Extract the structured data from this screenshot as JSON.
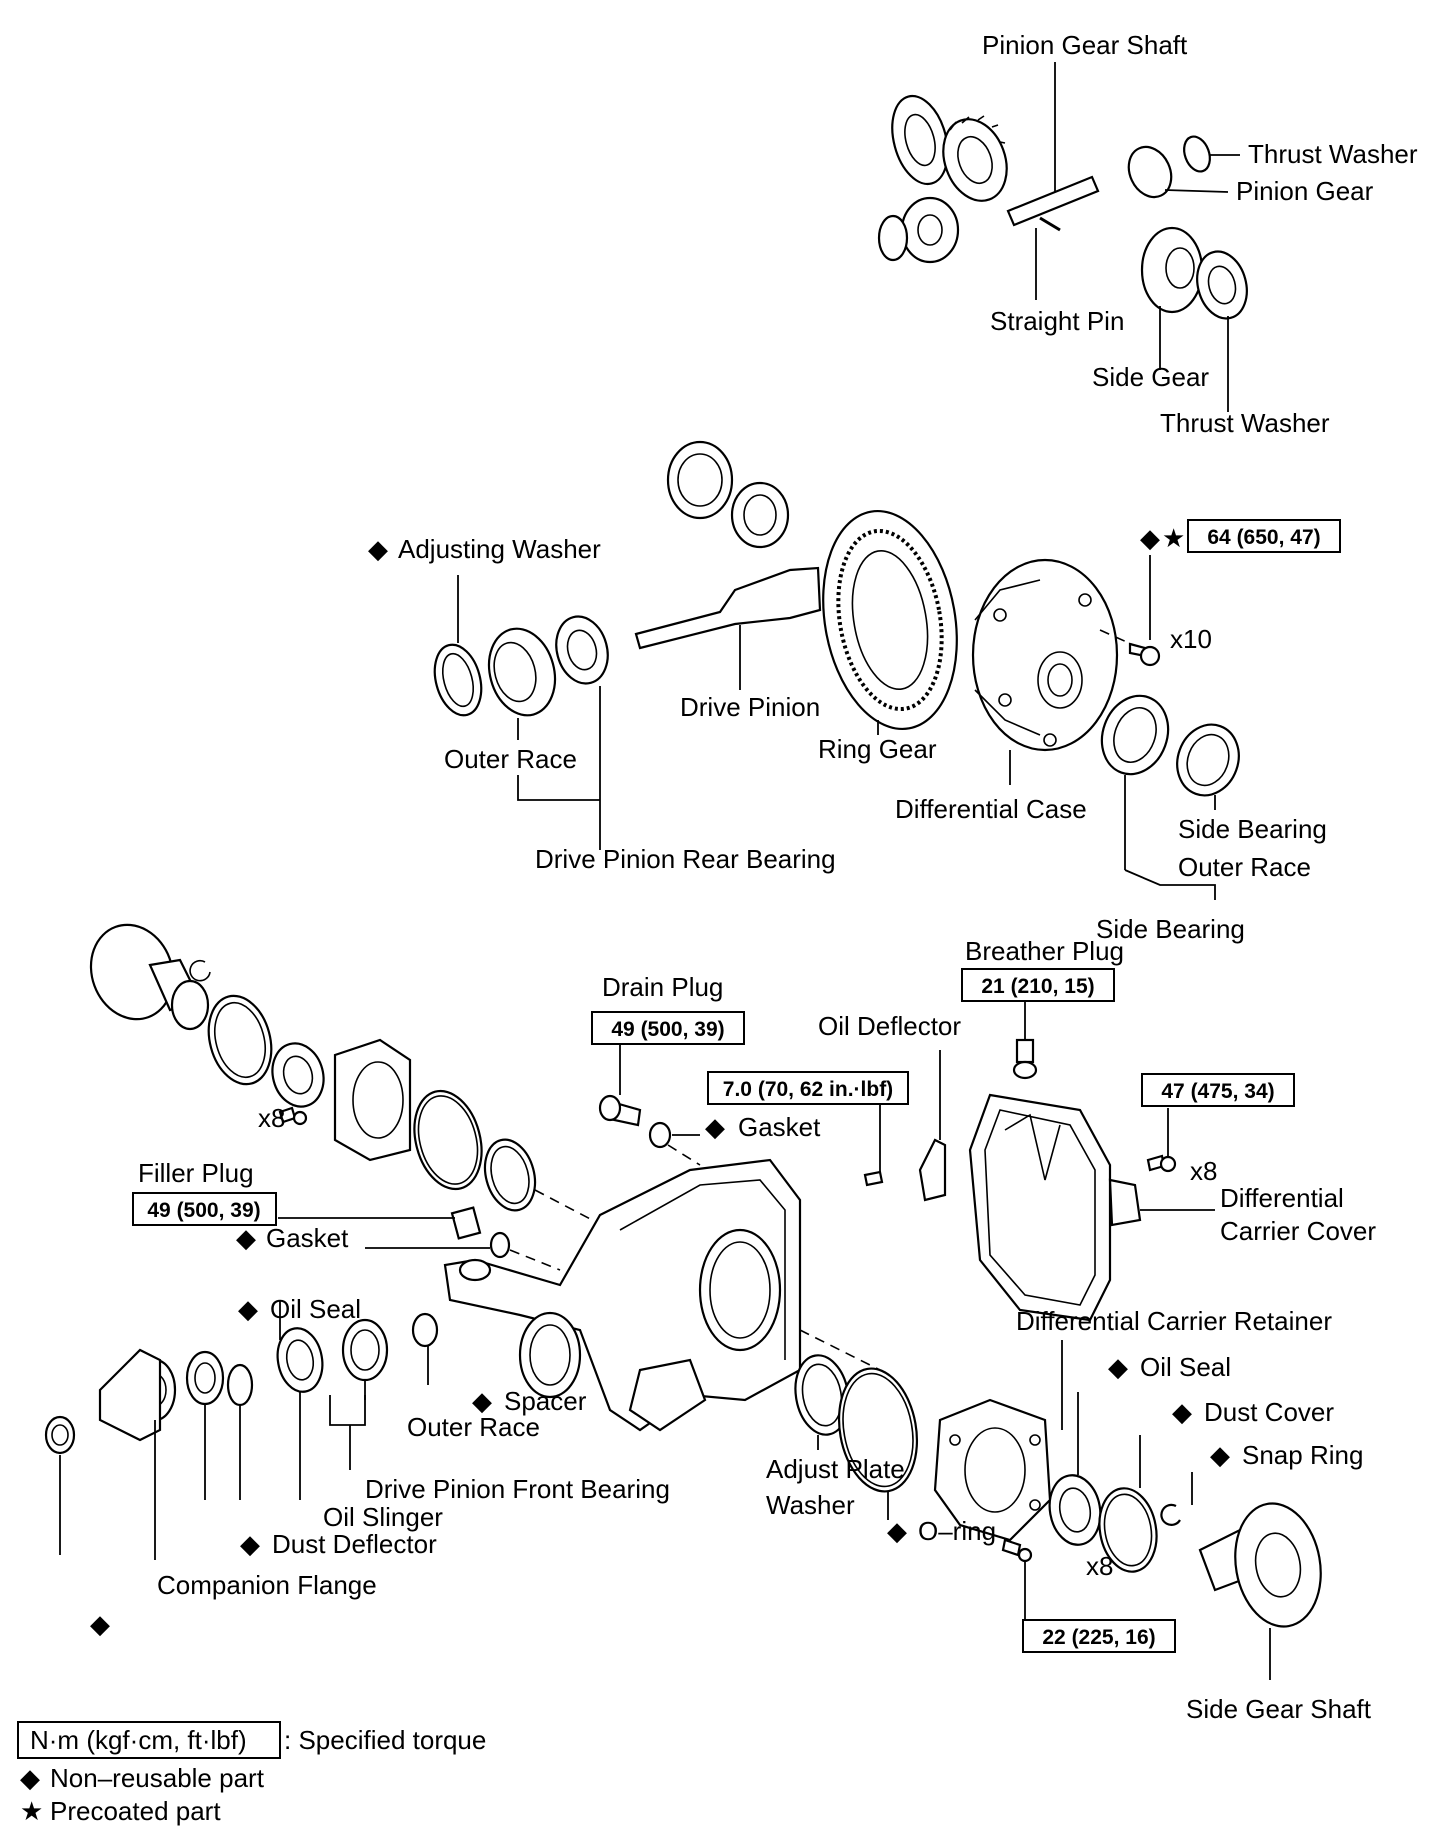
{
  "labels": {
    "pinion_gear_shaft": "Pinion Gear Shaft",
    "thrust_washer_top": "Thrust Washer",
    "pinion_gear": "Pinion Gear",
    "straight_pin": "Straight Pin",
    "side_gear": "Side Gear",
    "thrust_washer_bottom": "Thrust Washer",
    "adjusting_washer": "Adjusting Washer",
    "outer_race_top": "Outer Race",
    "drive_pinion": "Drive Pinion",
    "ring_gear": "Ring Gear",
    "differential_case": "Differential Case",
    "drive_pinion_rear_bearing": "Drive Pinion Rear Bearing",
    "side_bearing_outer_race_1": "Side Bearing",
    "side_bearing_outer_race_2": "Outer Race",
    "side_bearing": "Side Bearing",
    "x10": "x10",
    "breather_plug": "Breather Plug",
    "drain_plug": "Drain Plug",
    "oil_deflector": "Oil Deflector",
    "gasket_drain": "Gasket",
    "x8_flange": "x8",
    "x8_cover": "x8",
    "x8_retainer": "x8",
    "differential_carrier_cover_1": "Differential",
    "differential_carrier_cover_2": "Carrier Cover",
    "filler_plug": "Filler Plug",
    "gasket_filler": "Gasket",
    "oil_seal_left": "Oil Seal",
    "spacer": "Spacer",
    "outer_race_bottom": "Outer Race",
    "drive_pinion_front_bearing": "Drive Pinion Front Bearing",
    "oil_slinger": "Oil Slinger",
    "dust_deflector": "Dust Deflector",
    "companion_flange": "Companion Flange",
    "differential_carrier_retainer": "Differential Carrier Retainer",
    "oil_seal_right": "Oil Seal",
    "dust_cover": "Dust Cover",
    "snap_ring": "Snap Ring",
    "adjust_plate_washer_1": "Adjust Plate",
    "adjust_plate_washer_2": "Washer",
    "o_ring": "O–ring",
    "side_gear_shaft": "Side Gear Shaft"
  },
  "torques": {
    "ring_gear_bolt": "64 (650, 47)",
    "breather_plug": "21 (210, 15)",
    "drain_plug": "49 (500, 39)",
    "oil_deflector_bolt": "7.0 (70, 62 in.·lbf)",
    "carrier_cover_bolt": "47 (475, 34)",
    "filler_plug": "49 (500, 39)",
    "retainer_bolt": "22 (225, 16)"
  },
  "legend": {
    "torque_unit": "N·m (kgf·cm, ft·lbf)",
    "torque_desc": ": Specified torque",
    "non_reusable": "Non–reusable part",
    "precoated": "Precoated part"
  }
}
